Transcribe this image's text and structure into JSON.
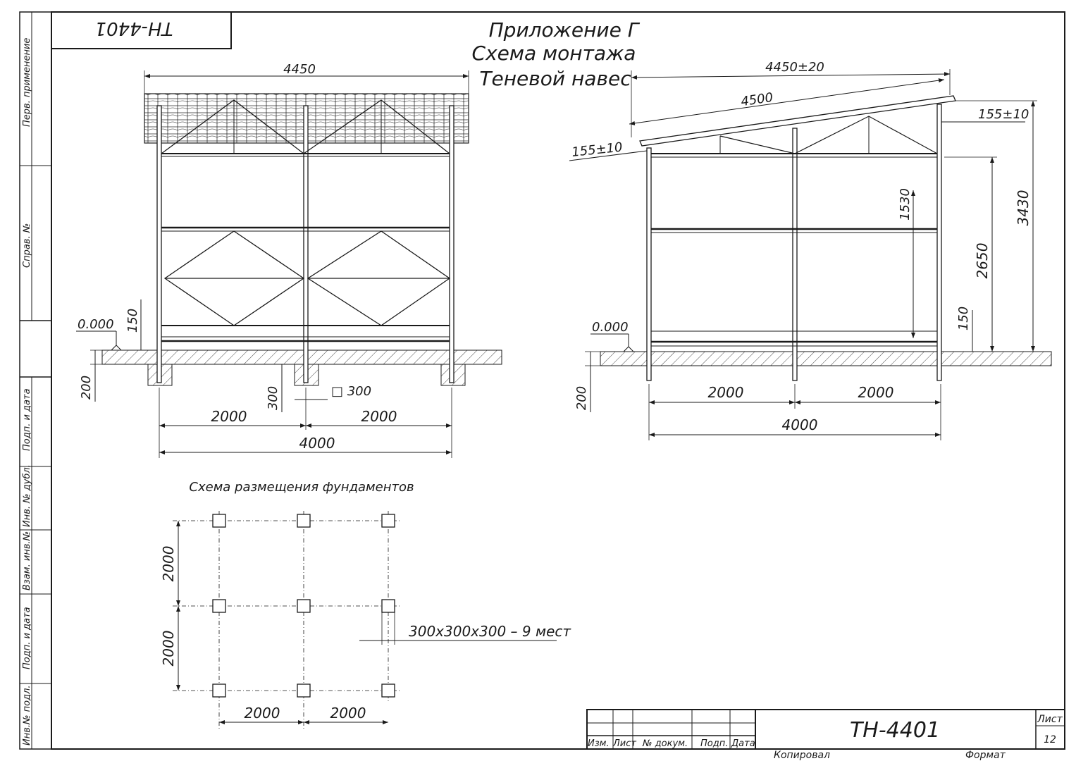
{
  "stamp": {
    "code_rotated": "ТН-4401"
  },
  "header": {
    "line1": "Приложение Г",
    "line2": "Схема монтажа",
    "line3": "Теневой навес"
  },
  "side_columns": {
    "perv": "Перв. применение",
    "sprav": "Справ. №",
    "podp1": "Подп. и дата",
    "inv_dubl": "Инв. № дубл.",
    "vzam": "Взам. инв.№",
    "podp2": "Подп. и дата",
    "inv_podl": "Инв.№ подл."
  },
  "front_view": {
    "width_top": "4450",
    "h150": "150",
    "level": "0.000",
    "depth200": "200",
    "found300": "300",
    "square": "□ 300",
    "span1": "2000",
    "span2": "2000",
    "total": "4000"
  },
  "side_view": {
    "width_tol": "4450±20",
    "roof_len": "4500",
    "overhang_right": "155±10",
    "overhang_left": "155±10",
    "h1530": "1530",
    "h2650": "2650",
    "h3430": "3430",
    "h150": "150",
    "level": "0.000",
    "depth200": "200",
    "span1": "2000",
    "span2": "2000",
    "total": "4000"
  },
  "foundation_plan": {
    "title": "Схема размещения фундаментов",
    "v1": "2000",
    "v2": "2000",
    "h1": "2000",
    "h2": "2000",
    "note": "300x300x300 – 9 мест"
  },
  "title_block": {
    "izm": "Изм.",
    "list": "Лист",
    "doc": "№ докум.",
    "podp": "Подп.",
    "data": "Дата",
    "code": "ТН-4401",
    "list_label": "Лист",
    "list_no": "12",
    "kopiroval": "Копировал",
    "format": "Формат"
  }
}
